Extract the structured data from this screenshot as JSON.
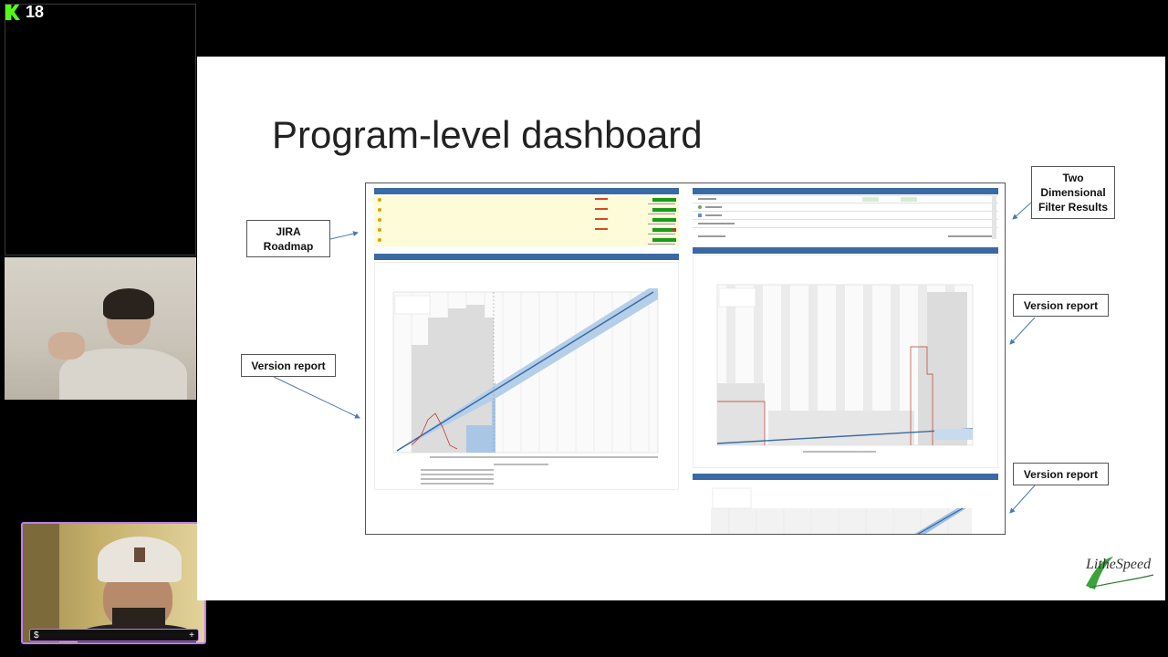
{
  "stream": {
    "brand_number": "18"
  },
  "webcam2": {
    "left_icon": "$",
    "right_icon": "+"
  },
  "slide": {
    "title": "Program-level dashboard",
    "callouts": {
      "jira_roadmap": "JIRA\nRoadmap",
      "version_report_left": "Version report",
      "two_dimensional": "Two\nDimensional\nFilter Results",
      "version_report_right_1": "Version report",
      "version_report_right_2": "Version report"
    },
    "logo_text": "LitheSpeed"
  },
  "colors": {
    "slide_bg": "#ffffff",
    "panel_header": "#3a6aa6",
    "progress_green": "#1a9a1a",
    "roadmap_bg": "#fdfbd8",
    "forecast_band": "#9fc0e3",
    "kick_green": "#53fc18",
    "frame_purple": "#c07cf2"
  }
}
